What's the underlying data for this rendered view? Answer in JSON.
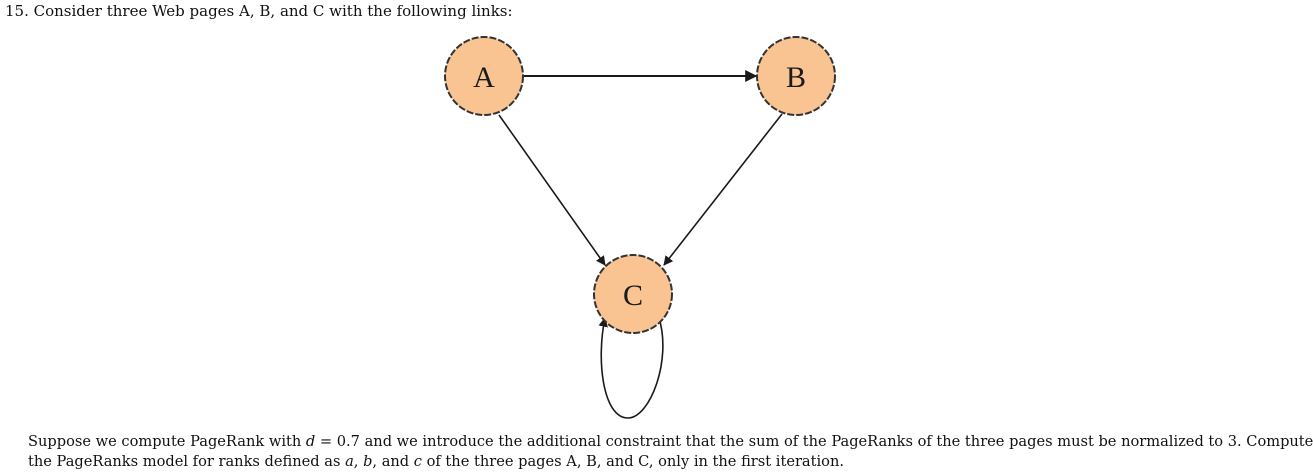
{
  "question": {
    "title": "15. Consider three Web pages A, B, and C with the following links:"
  },
  "diagram": {
    "nodes": [
      {
        "id": "A",
        "label": "A"
      },
      {
        "id": "B",
        "label": "B"
      },
      {
        "id": "C",
        "label": "C"
      }
    ],
    "edges": [
      {
        "from": "A",
        "to": "B"
      },
      {
        "from": "A",
        "to": "C"
      },
      {
        "from": "B",
        "to": "C"
      },
      {
        "from": "C",
        "to": "C"
      }
    ],
    "node_fill": "#f9c392",
    "node_stroke": "#333333",
    "edge_color": "#1a1a1a"
  },
  "problem": {
    "l1_a": "Suppose we compute PageRank with ",
    "l1_d": "d",
    "l1_b": " = 0.7 and we introduce the additional constraint that the sum of the PageRanks of the three pages must be normalized to 3. Compute",
    "l2_a": "the PageRanks model for ranks defined as ",
    "var_a": "a",
    "l2_sep1": ", ",
    "var_b": "b",
    "l2_sep2": ", and ",
    "var_c": "c",
    "l2_b": " of the three pages A, B, and C, only in the first iteration."
  }
}
